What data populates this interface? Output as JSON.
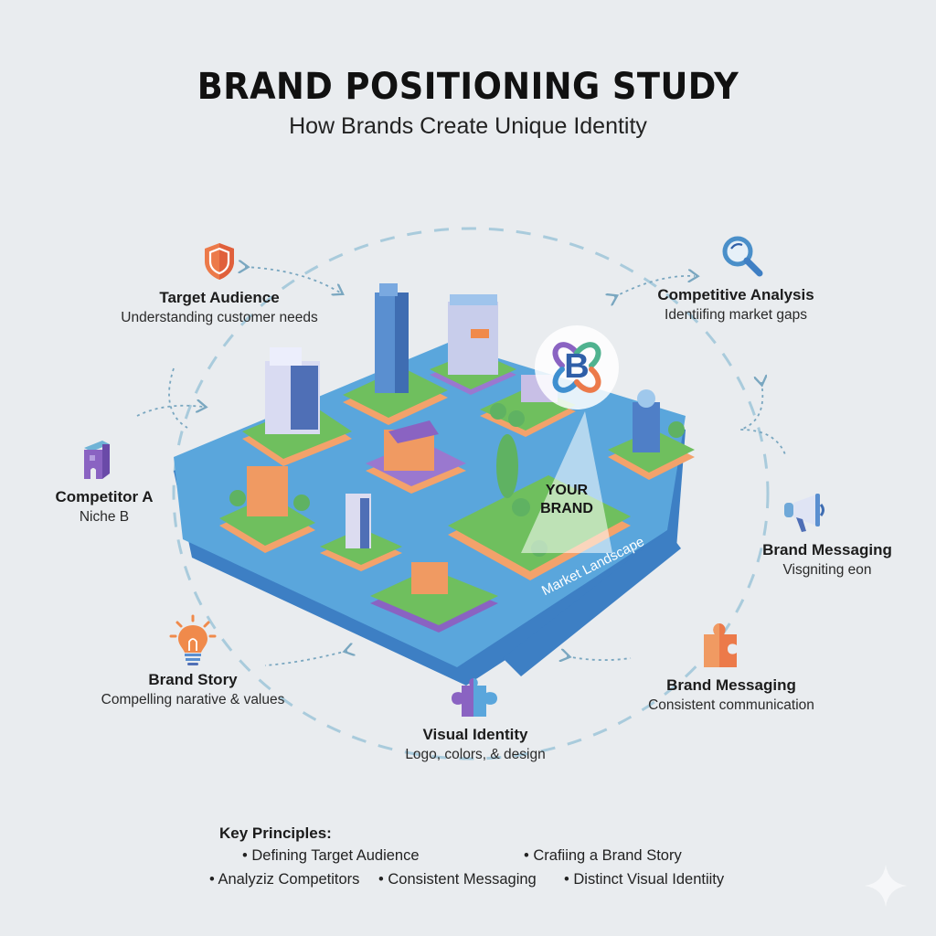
{
  "header": {
    "title": "BRAND POSITIONING STUDY",
    "subtitle": "How Brands Create Unique Identity"
  },
  "nodes": [
    {
      "id": "target-audience",
      "title": "Target Audience",
      "subtitle": "Understanding customer needs",
      "icon": "shield-icon",
      "color": "#ec7a4a"
    },
    {
      "id": "competitive-analysis",
      "title": "Competitive Analysis",
      "subtitle": "Identiifing market gaps",
      "icon": "magnifier-icon",
      "color": "#4a8fc9"
    },
    {
      "id": "competitor-a",
      "title": "Competitor A",
      "subtitle": "Niche B",
      "icon": "building-icon",
      "color": "#8a63c2"
    },
    {
      "id": "brand-messaging-1",
      "title": "Brand Messaging",
      "subtitle": "Visgniting eon",
      "icon": "megaphone-icon",
      "color": "#5a8fd0"
    },
    {
      "id": "brand-story",
      "title": "Brand Story",
      "subtitle": "Compelling narative & values",
      "icon": "lightbulb-icon",
      "color": "#f08a4b"
    },
    {
      "id": "brand-messaging-2",
      "title": "Brand Messaging",
      "subtitle": "Consistent communication",
      "icon": "puzzle-icon",
      "color": "#ec7a4a"
    },
    {
      "id": "visual-identity",
      "title": "Visual Identity",
      "subtitle": "Logo, colors, & design",
      "icon": "puzzle-two-tone-icon",
      "color": "#8a63c2"
    }
  ],
  "landscape": {
    "label": "Market Landscape",
    "your_brand_line1": "YOUR",
    "your_brand_line2": "BRAND",
    "logo_letter": "B",
    "colors": {
      "water": "#5aa6dc",
      "water_dark": "#3d7fc4",
      "grass": "#6fbf5e",
      "edge_orange": "#f3a26b",
      "edge_purple": "#9a78cf",
      "building_blue": "#4f7fc7"
    }
  },
  "key_principles": {
    "title": "Key Principles:",
    "items": [
      "Defining Target Audience",
      "Crafiing a Brand Story",
      "Analyziz Competitors",
      "Consistent Messaging",
      "Distinct Visual Identiity"
    ]
  }
}
